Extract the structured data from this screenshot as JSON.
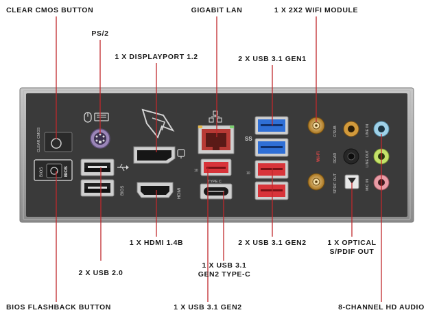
{
  "labels": {
    "clear_cmos": "CLEAR CMOS BUTTON",
    "ps2": "PS/2",
    "gigabit_lan": "GIGABIT LAN",
    "wifi_module": "1 X 2X2 WIFI MODULE",
    "displayport": "1 X DISPLAYPORT 1.2",
    "usb31_gen1": "2 X USB 3.1 GEN1",
    "hdmi": "1 X HDMI 1.4B",
    "usb31_gen2_pair": "2 X USB 3.1 GEN2",
    "optical_line1": "1 X OPTICAL",
    "optical_line2": "S/PDIF OUT",
    "usb20": "2 X USB 2.0",
    "typec_line1": "1 X USB 3.1",
    "typec_line2": "GEN2 TYPE-C",
    "bios_flashback": "BIOS FLASHBACK BUTTON",
    "usb31_gen2_single": "1 X USB 3.1 GEN2",
    "hd_audio": "8-CHANNEL HD AUDIO"
  },
  "panel_text": {
    "clear_cmos": "CLEAR CMOS",
    "bios_left": "BIOS",
    "bios_button": "BIOS",
    "bios_right": "BIOS",
    "hdmi": "HDMI",
    "type_c": "TYPE C",
    "ss_10_upper": "10",
    "ss_10_lower": "10",
    "wifi": "Wi-Fi",
    "c_sub": "C/SUB",
    "rear": "REAR",
    "line_in": "LINE IN",
    "line_out": "LINE OUT",
    "mic_in": "MIC IN",
    "spdif_out": "SPDIF OUT"
  },
  "colors": {
    "leader_line": "#c0282c",
    "panel": "#3a3a3a",
    "frame": "#9c9c9c",
    "usb_gen1": "#2f6fd6",
    "usb_gen2": "#d8343a",
    "audio_gold": "#d29a3c",
    "audio_blue": "#9fd1e8",
    "audio_pink": "#e99ca6",
    "ps2_purple": "#9b86b8"
  }
}
